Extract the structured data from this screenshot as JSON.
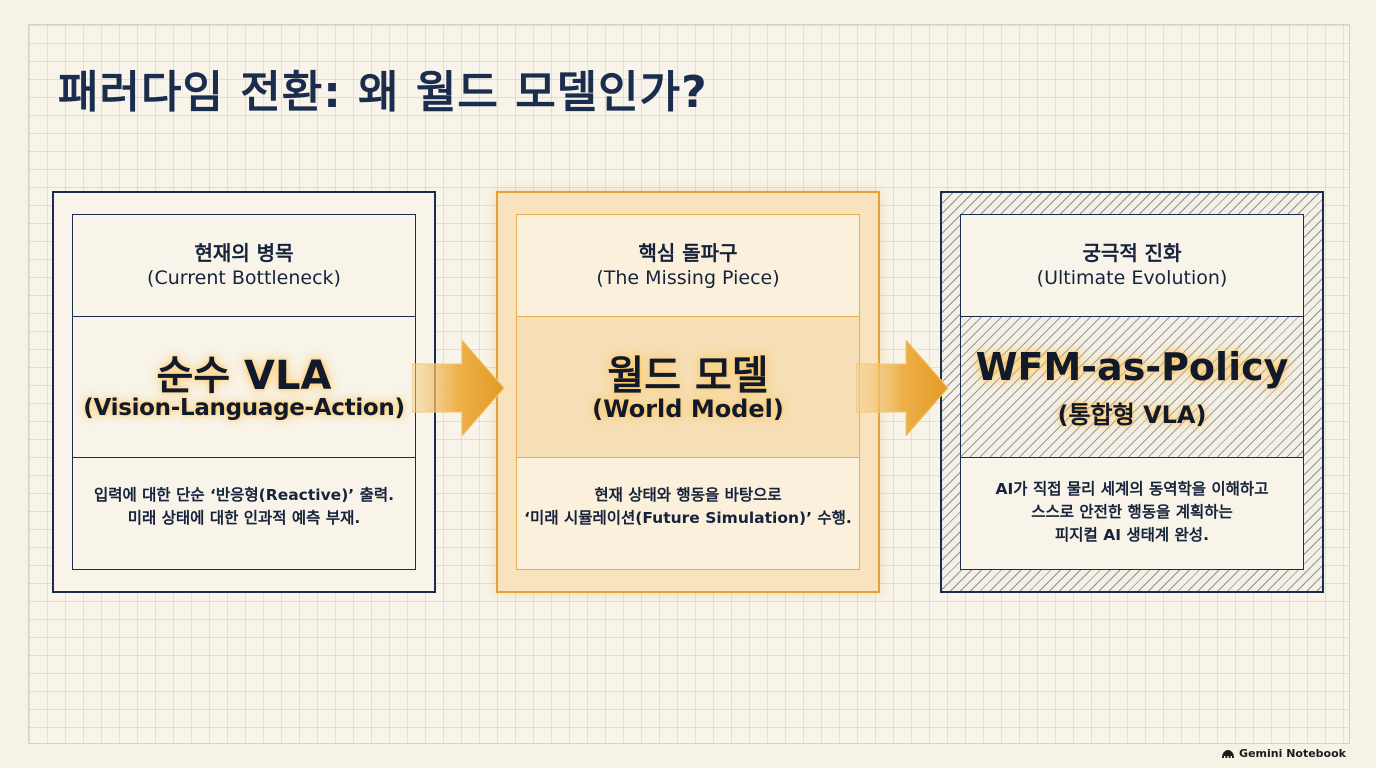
{
  "title": "패러다임 전환: 왜 월드 모델인가?",
  "cards": [
    {
      "head_ko": "현재의 병목",
      "head_en": "(Current Bottleneck)",
      "main": "순수 VLA",
      "sub": "(Vision-Language-Action)",
      "desc": [
        "입력에 대한 단순 ‘반응형(Reactive)’ 출력.",
        "미래 상태에 대한 인과적 예측 부재."
      ]
    },
    {
      "head_ko": "핵심 돌파구",
      "head_en": "(The Missing Piece)",
      "main": "월드 모델",
      "sub": "(World Model)",
      "desc": [
        "현재 상태와 행동을 바탕으로",
        "‘미래 시뮬레이션(Future Simulation)’ 수행."
      ]
    },
    {
      "head_ko": "궁극적 진화",
      "head_en": "(Ultimate Evolution)",
      "main": "WFM-as-Policy",
      "sub": "(통합형 VLA)",
      "desc": [
        "AI가 직접 물리 세계의 동역학을 이해하고",
        "스스로 안전한 행동을 계획하는",
        "피지컬 AI 생태계 완성."
      ]
    }
  ],
  "footer": {
    "brand": "Gemini Notebook",
    "icon": "gemini-notebook-logo-icon"
  },
  "colors": {
    "navy": "#1b2d4f",
    "accent": "#e7a537",
    "background": "#f7f2e6"
  }
}
